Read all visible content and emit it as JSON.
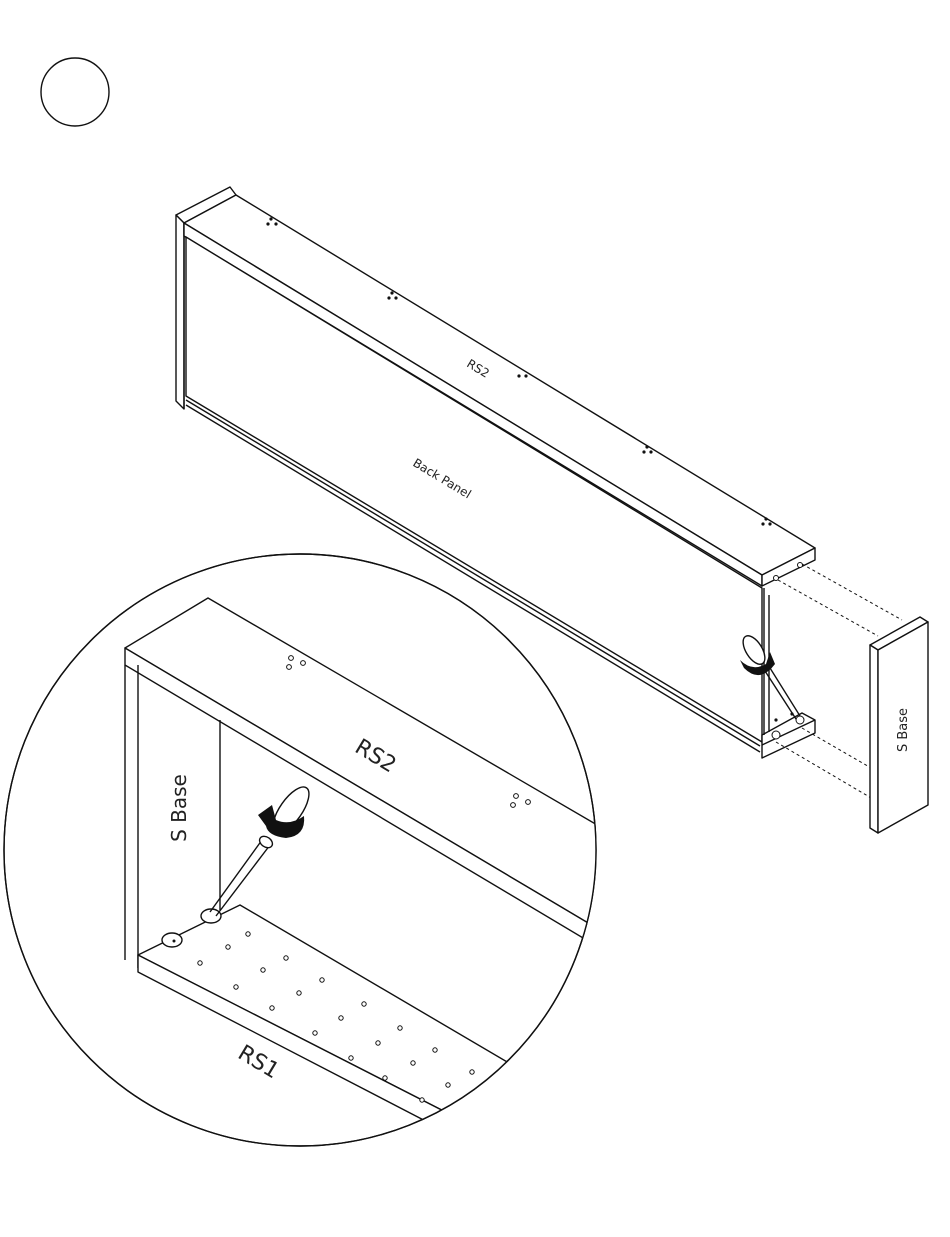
{
  "step_marker": {
    "number": ""
  },
  "labels": {
    "main_top_panel": "RS2",
    "main_back_panel": "Back Panel",
    "side_panel": "S Base",
    "detail_top_panel": "RS2",
    "detail_side_panel": "S Base",
    "detail_bottom_panel": "RS1"
  },
  "icons": [
    "screwdriver-icon",
    "rotation-arrow-icon",
    "cam-lock-icon",
    "dowel-hole-icon"
  ]
}
